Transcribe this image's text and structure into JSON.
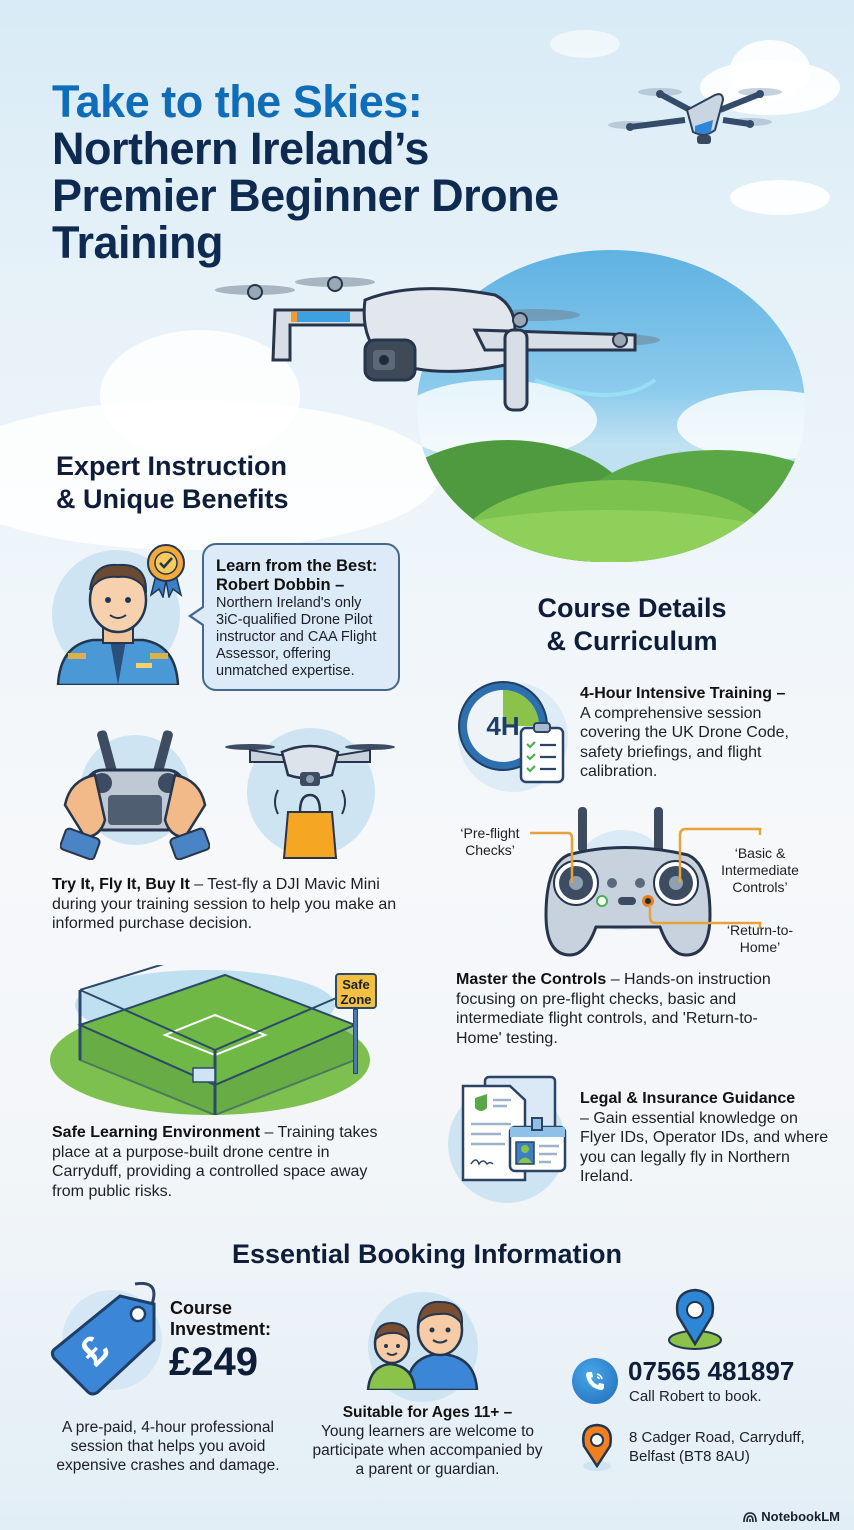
{
  "header": {
    "title_line1": "Take to the Skies:",
    "title_line2": "Northern Ireland’s",
    "title_line3": "Premier Beginner Drone",
    "title_line4": "Training"
  },
  "colors": {
    "title_accent": "#0f6cb6",
    "title_dark": "#0e2a50",
    "heading": "#0f1d38",
    "callout_line": "#e8a23c"
  },
  "benefits": {
    "heading_line1": "Expert Instruction",
    "heading_line2": "& Unique Benefits",
    "instructor": {
      "title_line1": "Learn from the Best:",
      "title_line2": "Robert Dobbin –",
      "description": "Northern Ireland's only 3iC-qualified Drone Pilot instructor and CAA Flight Assessor, offering unmatched expertise."
    },
    "try_fly_buy": {
      "title": "Try It, Fly It, Buy It",
      "description": " – Test-fly a DJI Mavic Mini during your training session to help you make an informed purchase decision."
    },
    "safe_env": {
      "sign_line1": "Safe",
      "sign_line2": "Zone",
      "title": "Safe Learning Environment",
      "description": " – Training takes place at a purpose-built drone centre in Carryduff, providing a controlled space away from public risks."
    }
  },
  "course": {
    "heading_line1": "Course Details",
    "heading_line2": "& Curriculum",
    "intensive": {
      "icon_label": "4H",
      "title": "4-Hour Intensive Training –",
      "description": "A comprehensive session covering the UK Drone Code, safety briefings, and flight calibration."
    },
    "controls": {
      "callout_preflight": "‘Pre-flight Checks’",
      "callout_basic": "‘Basic & Intermediate Controls’",
      "callout_rth": "‘Return-to-Home’",
      "title": "Master the Controls",
      "description": " – Hands-on instruction focusing on pre-flight checks, basic and intermediate flight controls, and 'Return-to-Home' testing."
    },
    "legal": {
      "title": "Legal & Insurance Guidance",
      "description": "– Gain essential knowledge on Flyer IDs, Operator IDs, and where you can legally fly in Northern Ireland."
    }
  },
  "booking": {
    "heading": "Essential Booking Information",
    "price": {
      "label_line1": "Course",
      "label_line2": "Investment:",
      "amount": "£249",
      "tag_symbol": "£",
      "description": "A pre-paid, 4-hour professional session that helps you avoid expensive crashes and damage."
    },
    "ages": {
      "title": "Suitable for Ages 11+ –",
      "description": "Young learners are welcome to participate when accompanied by a parent or guardian."
    },
    "contact": {
      "phone": "07565 481897",
      "phone_caption": "Call Robert to book.",
      "address_line1": "8 Cadger Road, Carryduff,",
      "address_line2": "Belfast (BT8 8AU)"
    }
  },
  "footer": {
    "brand": "NotebookLM"
  }
}
